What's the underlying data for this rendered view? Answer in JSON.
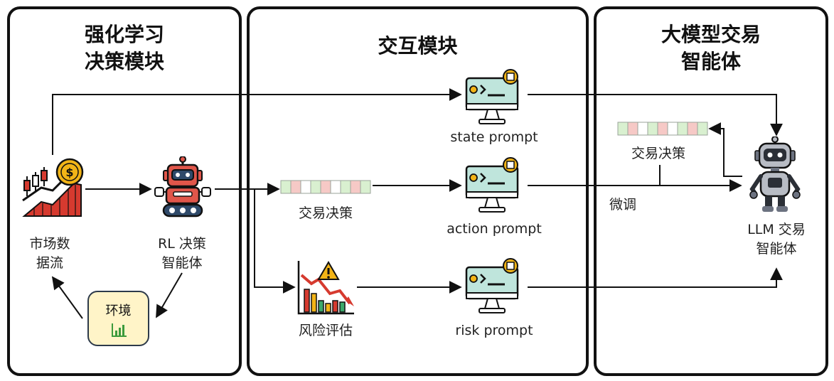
{
  "panels": {
    "rl": {
      "title_line1": "强化学习",
      "title_line2": "决策模块"
    },
    "interaction": {
      "title": "交互模块"
    },
    "llm": {
      "title_line1": "大模型交易",
      "title_line2": "智能体"
    }
  },
  "nodes": {
    "market": {
      "line1": "市场数",
      "line2": "据流"
    },
    "rl_agent": {
      "line1": "RL 决策",
      "line2": "智能体"
    },
    "environment": {
      "label": "环境"
    },
    "trade_decision": {
      "label": "交易决策"
    },
    "risk_assessment": {
      "label": "风险评估"
    },
    "state_prompt": {
      "label": "state prompt"
    },
    "action_prompt": {
      "label": "action prompt"
    },
    "risk_prompt": {
      "label": "risk prompt"
    },
    "llm_decision": {
      "label": "交易决策"
    },
    "llm_agent": {
      "line1": "LLM 交易",
      "line2": "智能体"
    }
  },
  "edges": {
    "finetune_label": "微调"
  },
  "colors": {
    "stroke": "#111111",
    "coin": "#f2b417",
    "chart_red": "#d63a2f",
    "robot_red": "#e0564a",
    "robot_blue": "#2f4a6a",
    "llm_robot_grey": "#b8bcc4",
    "monitor_screen": "#bfe5dc",
    "monitor_chip": "#f2b417",
    "env_fill": "#fff4c8",
    "bar_green": "#d9f0d0",
    "bar_red": "#f6c9c6"
  },
  "icons": [
    "market-chart-icon",
    "robot-icon",
    "monitor-prompt-icon",
    "risk-chart-icon",
    "llm-robot-icon",
    "bar-chart-icon",
    "decision-bar-icon"
  ]
}
